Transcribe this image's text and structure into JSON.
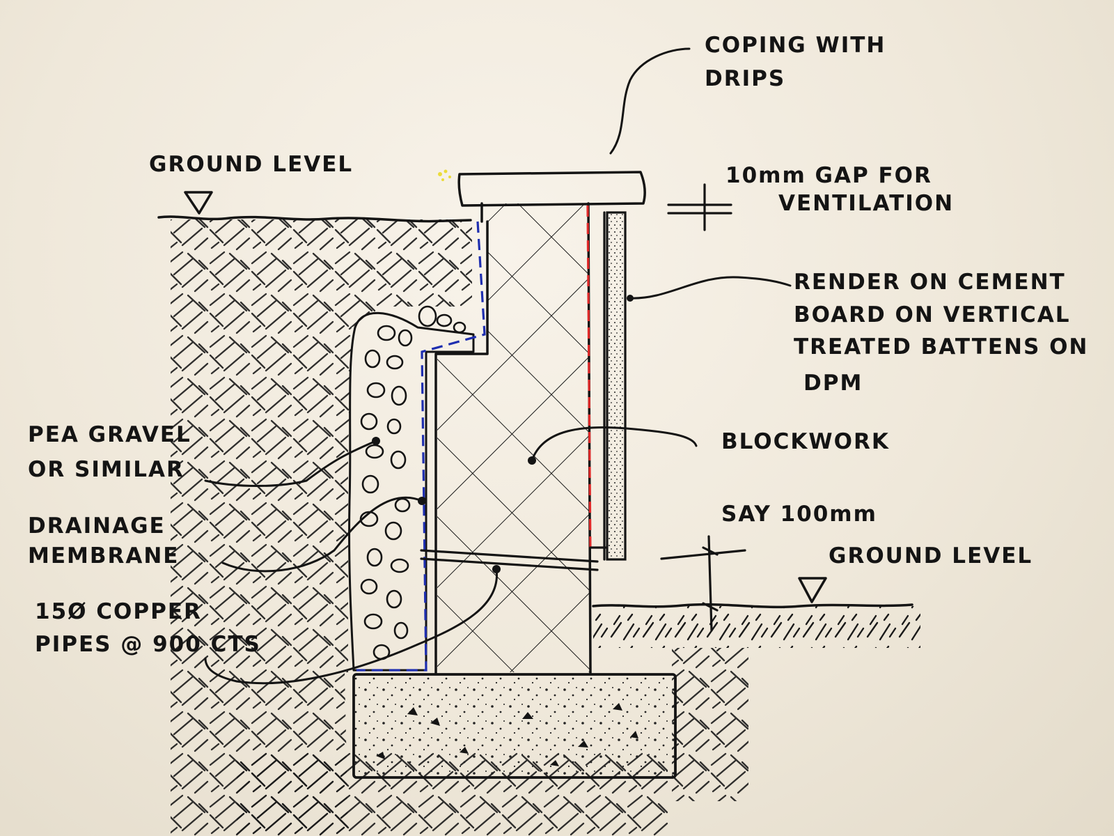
{
  "labels": {
    "coping": [
      "COPING WITH",
      "DRIPS"
    ],
    "ground_level_upper": "GROUND LEVEL",
    "gap": [
      "10mm GAP FOR",
      "VENTILATION"
    ],
    "render": [
      "RENDER ON CEMENT",
      "BOARD ON VERTICAL",
      "TREATED BATTENS ON",
      "DPM"
    ],
    "blockwork": "BLOCKWORK",
    "pea_gravel": [
      "PEA GRAVEL",
      "OR SIMILAR"
    ],
    "drainage": [
      "DRAINAGE",
      "MEMBRANE"
    ],
    "pipes": [
      "15Ø COPPER",
      "PIPES @ 900 CTS"
    ],
    "say": "SAY 100mm",
    "ground_level_lower": "GROUND LEVEL"
  },
  "colors": {
    "paper": "#f1ebdf",
    "ink": "#141414",
    "drainage_membrane": "#1f2fb0",
    "dpm": "#e02a2a",
    "highlight": "#e8d400"
  }
}
